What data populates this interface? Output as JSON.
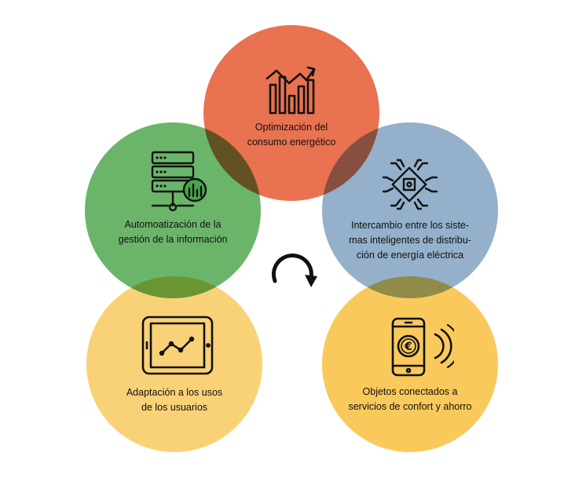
{
  "colors": {
    "top": "#e4532b",
    "left": "#4aa54a",
    "right": "#7d9fbe",
    "bottom_left": "#f8c85a",
    "bottom_right": "#f8bd38",
    "icon_stroke": "#111111"
  },
  "nodes": {
    "top": {
      "icon": "bar-chart-trend-icon",
      "lines": [
        "Optimización del",
        "consumo energético"
      ]
    },
    "left": {
      "icon": "server-chart-icon",
      "lines": [
        "Automoatización de la",
        "gestión de la información"
      ]
    },
    "right": {
      "icon": "microchip-icon",
      "lines": [
        "Intercambio entre los siste-",
        "mas inteligentes de distribu-",
        "ción de energía eléctrica"
      ]
    },
    "bottom_left": {
      "icon": "tablet-line-chart-icon",
      "lines": [
        "Adaptación a los usos",
        "de los usuarios"
      ]
    },
    "bottom_right": {
      "icon": "smartphone-euro-signal-icon",
      "lines": [
        "Objetos conectados a",
        "servicios de confort y ahorro"
      ]
    }
  },
  "center": {
    "icon": "refresh-cycle-icon"
  }
}
